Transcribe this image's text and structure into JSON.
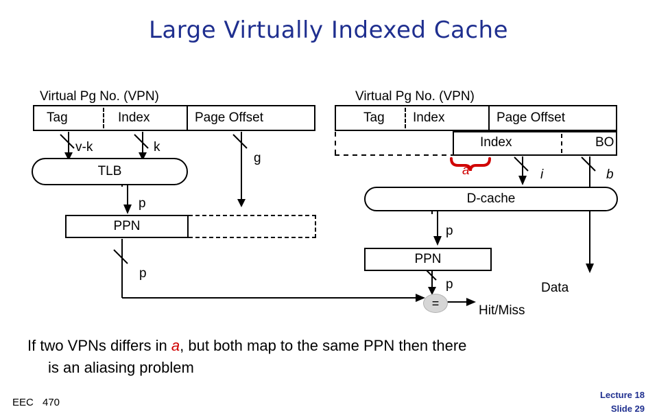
{
  "slide": {
    "title": "Large Virtually Indexed Cache",
    "caption_part1": "If two VPNs differs in ",
    "caption_em": "a",
    "caption_part2": ", but both map to the same PPN then there",
    "caption_line2": "is an aliasing problem",
    "footer_course": "EEC",
    "footer_number": "470",
    "footer_lecture": "Lecture 18",
    "footer_slide": "Slide 29",
    "accent_color": "#1f2f8f",
    "highlight_color": "#d00000"
  },
  "left": {
    "vpn_header": "Virtual Pg No. (VPN)",
    "tag": "Tag",
    "index": "Index",
    "page_offset": "Page Offset",
    "bits_vk": "v-k",
    "bits_k": "k",
    "bits_g": "g",
    "tlb": "TLB",
    "p_after_tlb": "p",
    "ppn": "PPN",
    "p_below_ppn": "p"
  },
  "right": {
    "vpn_header": "Virtual Pg No. (VPN)",
    "tag": "Tag",
    "index": "Index",
    "page_offset": "Page Offset",
    "index2": "Index",
    "bo": "BO",
    "bits_a": "a",
    "bits_i": "i",
    "bits_b": "b",
    "dcache": "D-cache",
    "p_above_ppn": "p",
    "ppn": "PPN",
    "p_below_ppn": "p",
    "comparator": "=",
    "data": "Data",
    "hit_miss": "Hit/Miss"
  }
}
